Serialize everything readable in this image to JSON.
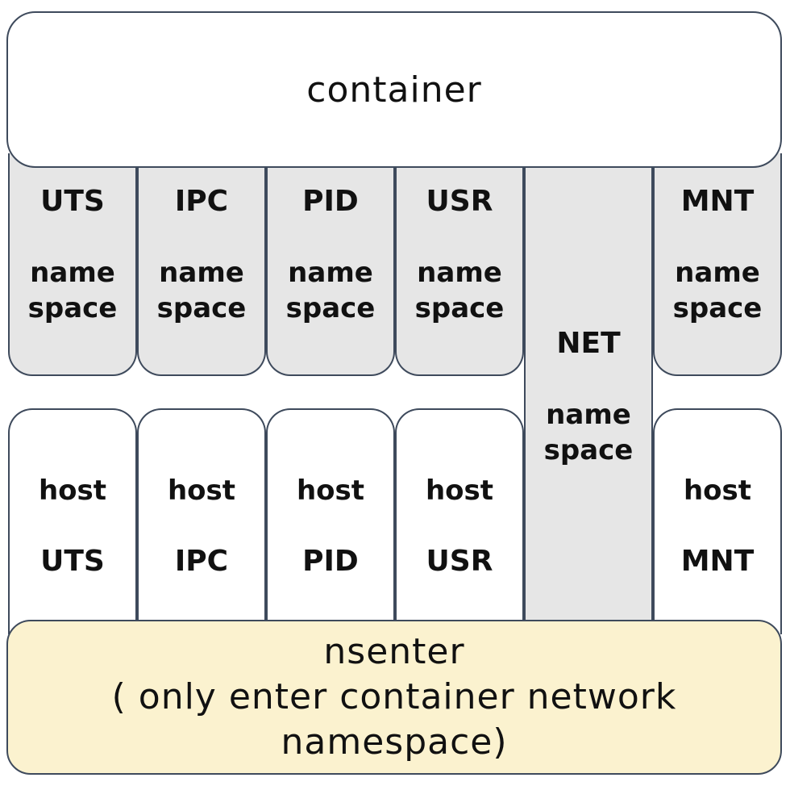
{
  "container": {
    "label": "container"
  },
  "namespaces": [
    {
      "abbr": "UTS",
      "line1": "name",
      "line2": "space"
    },
    {
      "abbr": "IPC",
      "line1": "name",
      "line2": "space"
    },
    {
      "abbr": "PID",
      "line1": "name",
      "line2": "space"
    },
    {
      "abbr": "USR",
      "line1": "name",
      "line2": "space"
    },
    {
      "abbr": "NET",
      "line1": "name",
      "line2": "space"
    },
    {
      "abbr": "MNT",
      "line1": "name",
      "line2": "space"
    }
  ],
  "hosts": [
    {
      "line1": "host",
      "line2": "UTS"
    },
    {
      "line1": "host",
      "line2": "IPC"
    },
    {
      "line1": "host",
      "line2": "PID"
    },
    {
      "line1": "host",
      "line2": "USR"
    },
    {
      "line1": "host",
      "line2": "MNT"
    }
  ],
  "nsenter": {
    "line1": "nsenter",
    "line2": "( only enter container network",
    "line3": "namespace)"
  },
  "colors": {
    "namespace_fill": "#e6e6e6",
    "nsenter_fill": "#fbf2cf",
    "border": "#3e4a5c"
  }
}
